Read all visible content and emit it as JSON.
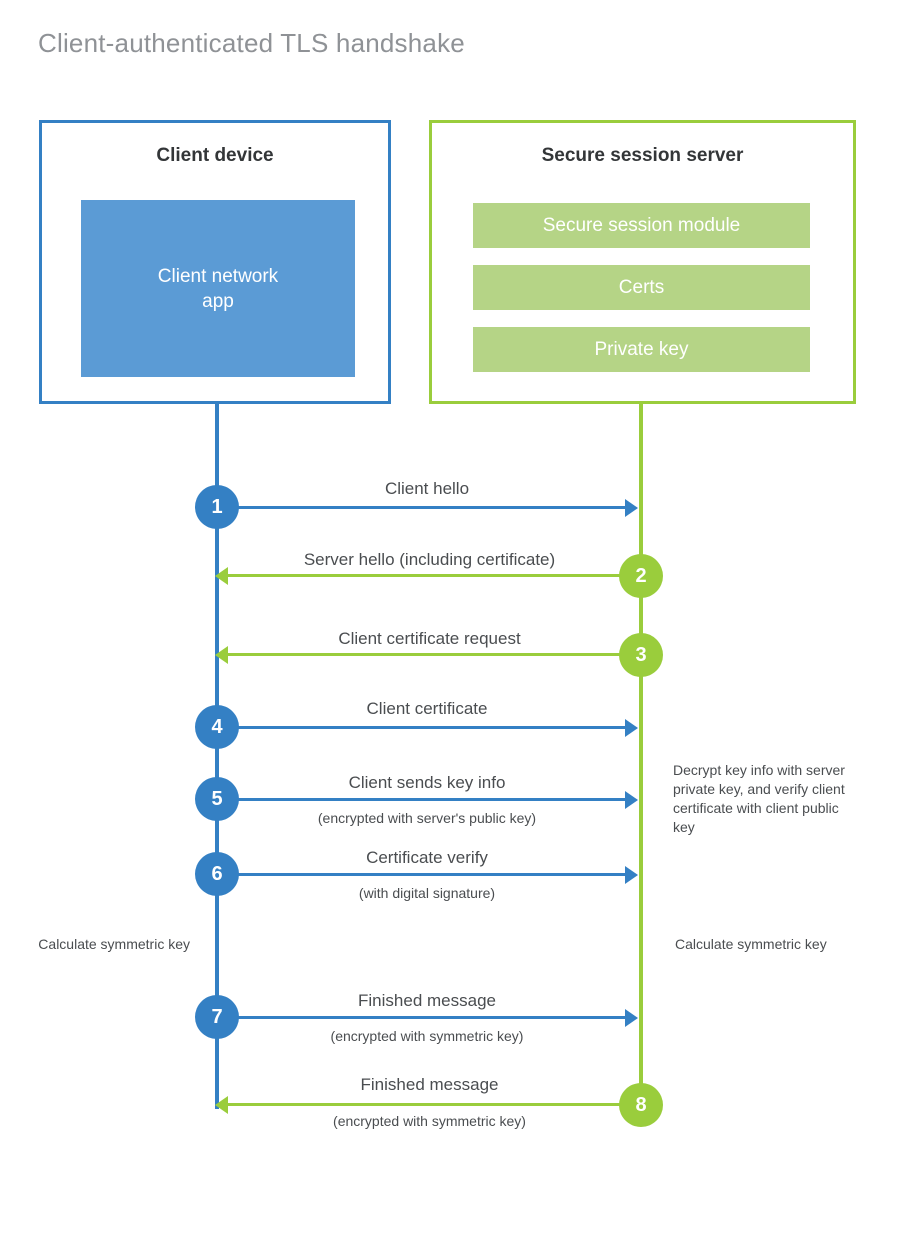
{
  "title": "Client-authenticated TLS handshake",
  "colors": {
    "client_blue": "#3480c4",
    "client_app_blue": "#5B9BD5",
    "server_green": "#9ACD3C",
    "server_bar_green": "#B5D486",
    "title_gray": "#8f9296",
    "text_gray": "#4a4d50",
    "heading_dark": "#333638"
  },
  "actors": {
    "client": {
      "title": "Client device",
      "app_label": "Client network\napp",
      "app_label_line1": "Client network",
      "app_label_line2": "app"
    },
    "server": {
      "title": "Secure session server",
      "components": [
        "Secure session module",
        "Certs",
        "Private key"
      ]
    }
  },
  "messages": [
    {
      "step": "1",
      "label": "Client hello",
      "sublabel": "",
      "direction": "client-to-server",
      "origin": "client"
    },
    {
      "step": "2",
      "label": "Server hello (including certificate)",
      "sublabel": "",
      "direction": "server-to-client",
      "origin": "server"
    },
    {
      "step": "3",
      "label": "Client certificate request",
      "sublabel": "",
      "direction": "server-to-client",
      "origin": "server"
    },
    {
      "step": "4",
      "label": "Client certificate",
      "sublabel": "",
      "direction": "client-to-server",
      "origin": "client"
    },
    {
      "step": "5",
      "label": "Client sends key info",
      "sublabel": "(encrypted with server's public key)",
      "direction": "client-to-server",
      "origin": "client"
    },
    {
      "step": "6",
      "label": "Certificate verify",
      "sublabel": "(with digital signature)",
      "direction": "client-to-server",
      "origin": "client"
    },
    {
      "step": "7",
      "label": "Finished message",
      "sublabel": "(encrypted with symmetric key)",
      "direction": "client-to-server",
      "origin": "client"
    },
    {
      "step": "8",
      "label": "Finished message",
      "sublabel": "(encrypted with symmetric key)",
      "direction": "server-to-client",
      "origin": "server"
    }
  ],
  "notes": {
    "server_decrypt": "Decrypt key info with server private key, and verify client certificate with client public key",
    "client_calculate": "Calculate symmetric key",
    "server_calculate": "Calculate symmetric key"
  }
}
